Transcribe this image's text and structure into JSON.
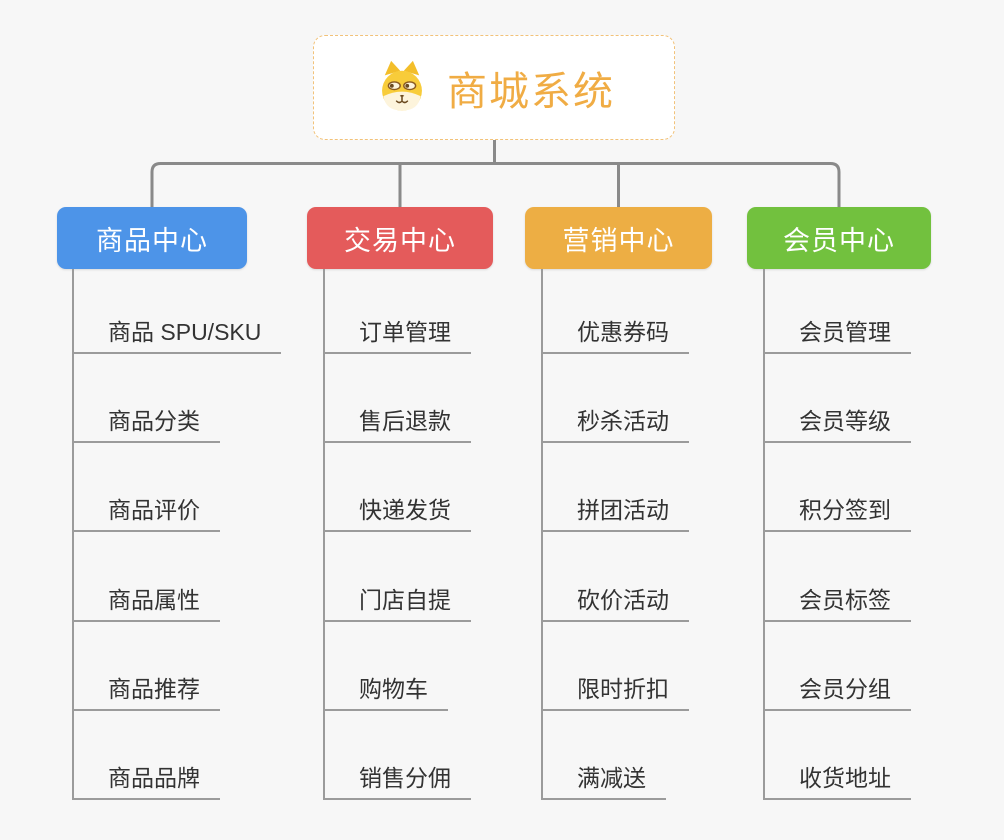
{
  "root": {
    "title": "商城系统",
    "icon": "shiba-dog-icon"
  },
  "branches": [
    {
      "label": "商品中心",
      "color": "#4D94E8",
      "items": [
        "商品 SPU/SKU",
        "商品分类",
        "商品评价",
        "商品属性",
        "商品推荐",
        "商品品牌"
      ]
    },
    {
      "label": "交易中心",
      "color": "#E45B5B",
      "items": [
        "订单管理",
        "售后退款",
        "快递发货",
        "门店自提",
        "购物车",
        "销售分佣"
      ]
    },
    {
      "label": "营销中心",
      "color": "#EDAE44",
      "items": [
        "优惠券码",
        "秒杀活动",
        "拼团活动",
        "砍价活动",
        "限时折扣",
        "满减送"
      ]
    },
    {
      "label": "会员中心",
      "color": "#72C13E",
      "items": [
        "会员管理",
        "会员等级",
        "积分签到",
        "会员标签",
        "会员分组",
        "收货地址"
      ]
    }
  ],
  "colors": {
    "background": "#F7F7F7",
    "connector": "#8A8A8A",
    "item_line": "#9B9B9B",
    "item_text": "#333333",
    "root_text": "#F0AC44",
    "root_border": "#F2C279"
  }
}
